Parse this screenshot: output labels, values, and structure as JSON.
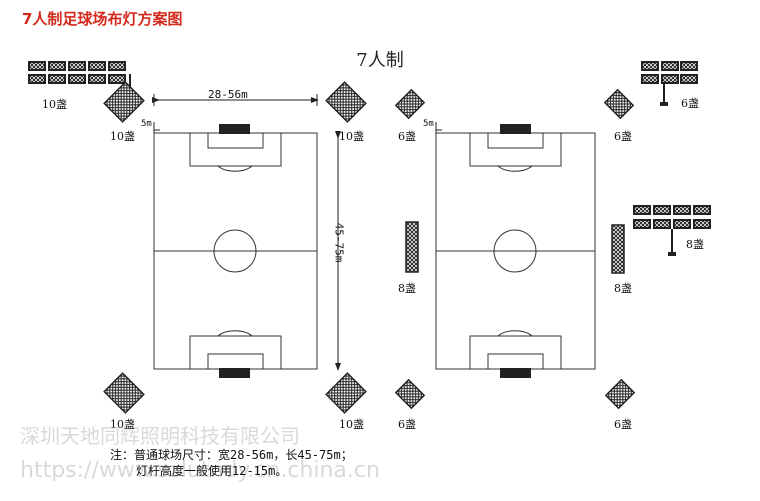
{
  "header": {
    "title": "7人制足球场布灯方案图",
    "scheme_title": "7人制"
  },
  "dimensions": {
    "width_range": "28-56m",
    "length_range": "45-75m",
    "margin_left": "5m",
    "margin_right": "5m"
  },
  "left_scheme": {
    "top_left_array_label": "10盏",
    "top_left_lamp_label": "10盏",
    "top_right_lamp_label": "10盏",
    "bottom_left_lamp_label": "10盏",
    "bottom_right_lamp_label": "10盏"
  },
  "right_scheme": {
    "top_left_lamp_label": "6盏",
    "top_right_lamp_label": "6盏",
    "top_array_label": "6盏",
    "mid_left_lamp_label": "8盏",
    "mid_right_lamp_label": "8盏",
    "mid_array_label": "8盏",
    "bottom_left_lamp_label": "6盏",
    "bottom_right_lamp_label": "6盏"
  },
  "notes": {
    "line1": "注：普通球场尺寸：宽28-56m，长45-75m；",
    "line2": "灯杆高度一般使用12-15m。"
  },
  "watermark": {
    "company": "深圳天地同辉照明科技有限公司",
    "url": "https://www.szlutndy.cn.china.cn"
  },
  "colors": {
    "title": "#d42a1c",
    "line": "#333333",
    "lamp": "#222222"
  }
}
